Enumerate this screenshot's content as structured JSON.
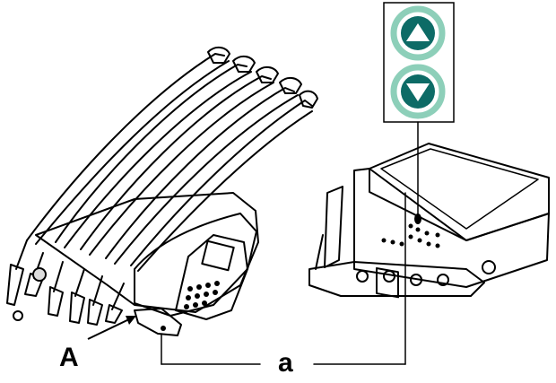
{
  "labels": {
    "A": "A",
    "a": "a"
  },
  "inset": {
    "buttons": [
      {
        "name": "up-arrow-button",
        "icon": "up-triangle-icon"
      },
      {
        "name": "down-arrow-button",
        "icon": "down-triangle-icon"
      }
    ]
  },
  "colors": {
    "ring": "#8dcfb9",
    "arrow_disc": "#0d6b66",
    "line": "#000000",
    "background": "#ffffff"
  }
}
